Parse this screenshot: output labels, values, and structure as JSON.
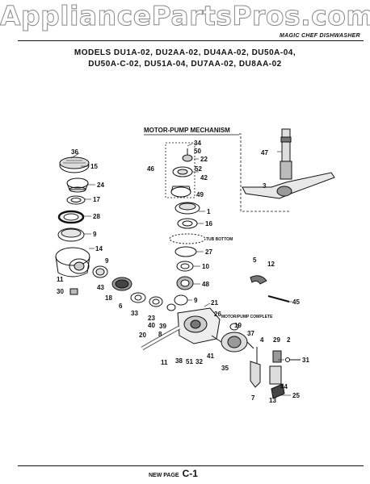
{
  "watermark": "AppliancePartsPros.com",
  "header": {
    "brand": "MAGIC CHEF DISHWASHER",
    "models_line1": "MODELS DU1A-02, DU2AA-02, DU4AA-02, DU50A-04,",
    "models_line2": "DU50A-C-02, DU51A-04, DU7AA-02, DU8AA-02"
  },
  "diagram": {
    "section_title": "MOTOR-PUMP MECHANISM",
    "annotations": {
      "tub_bottom": "TUB BOTTOM",
      "motor_pump_complete": "MOTOR/PUMP COMPLETE"
    },
    "labels": {
      "p36": "36",
      "p15": "15",
      "p24": "24",
      "p17": "17",
      "p28": "28",
      "p9a": "9",
      "p14": "14",
      "p9b": "9",
      "p11": "11",
      "p30": "30",
      "p43": "43",
      "p18": "18",
      "p6": "6",
      "p33": "33",
      "p23": "23",
      "p40": "40",
      "p39": "39",
      "p20": "20",
      "p8": "8",
      "p34": "34",
      "p50": "50",
      "p22": "22",
      "p52": "52",
      "p42": "42",
      "p46": "46",
      "p49": "49",
      "p1": "1",
      "p16": "16",
      "p27": "27",
      "p10": "10",
      "p48": "48",
      "p9c": "9",
      "p21": "21",
      "p26": "26",
      "p19": "19",
      "p37": "37",
      "p11b": "11",
      "p38": "38",
      "p51": "51",
      "p32": "32",
      "p41": "41",
      "p35": "35",
      "p47": "47",
      "p3": "3",
      "p5": "5",
      "p12": "12",
      "p45": "45",
      "p4": "4",
      "p29": "29",
      "p2": "2",
      "p31": "31",
      "p44": "44",
      "p25": "25",
      "p7": "7",
      "p13": "13"
    }
  },
  "footer": {
    "prefix": "NEW PAGE",
    "page": "C-1"
  }
}
